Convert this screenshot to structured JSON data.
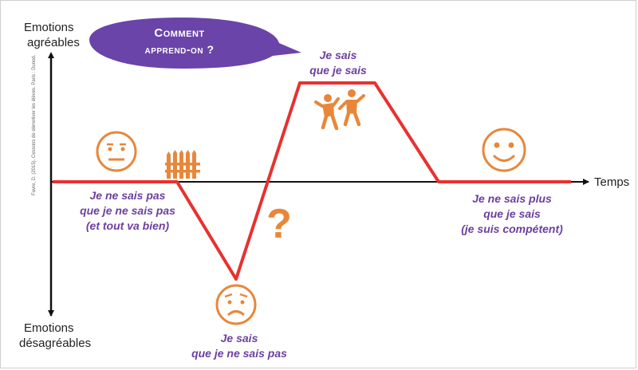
{
  "axis": {
    "top_label_line1": "Emotions",
    "top_label_line2": "agréables",
    "bottom_label_line1": "Emotions",
    "bottom_label_line2": "désagréables",
    "time_label": "Temps"
  },
  "bubble": {
    "line1": "Comment",
    "line2": "apprend-on ?"
  },
  "stages": {
    "unconscious_incompetence": [
      "Je ne sais pas",
      "que je ne sais pas",
      "(et tout va bien)"
    ],
    "conscious_incompetence": [
      "Je sais",
      "que je ne sais pas"
    ],
    "conscious_competence": [
      "Je sais",
      "que je sais"
    ],
    "unconscious_competence": [
      "Je ne sais plus",
      "que je sais",
      "(je suis compétent)"
    ]
  },
  "question_mark": "?",
  "credit": "Favre, D. (2015). Cessons de démotiver les élèves. Paris : Dunod.",
  "colors": {
    "curve": "#e8312f",
    "icons": "#e8873a",
    "purple": "#6b3fa0",
    "axis": "#111111"
  },
  "icons": [
    "neutral-face-icon",
    "fence-icon",
    "worried-face-icon",
    "dancing-people-icon",
    "smiling-face-icon",
    "question-mark-icon"
  ]
}
